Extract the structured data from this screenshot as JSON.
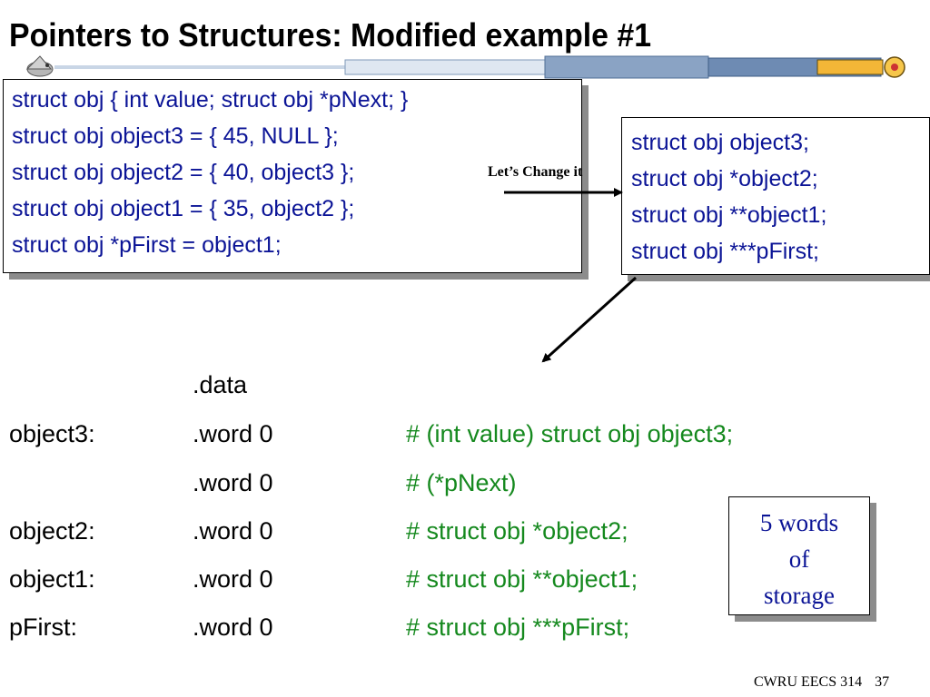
{
  "slide": {
    "title": "Pointers to Structures: Modified example #1",
    "code_box_1": [
      "struct obj { int value; struct obj *pNext; }",
      "struct obj object3 = { 45, NULL };",
      "struct obj object2 = { 40, object3 };",
      "struct obj object1 = { 35, object2 };",
      "struct obj *pFirst = object1;"
    ],
    "arrow_label": "Let’s Change it",
    "code_box_2": [
      "struct obj object3;",
      "struct obj *object2;",
      "struct obj **object1;",
      "struct obj ***pFirst;"
    ],
    "assembly": [
      {
        "label": "",
        "op": ".data",
        "comment": ""
      },
      {
        "label": "object3:",
        "op": ".word  0",
        "comment": "# (int value) struct obj object3;"
      },
      {
        "label": "",
        "op": ".word  0",
        "comment": "# (*pNext)"
      },
      {
        "label": "object2:",
        "op": ".word  0",
        "comment": "# struct obj *object2;"
      },
      {
        "label": "object1:",
        "op": ".word  0",
        "comment": "# struct obj **object1;"
      },
      {
        "label": "pFirst:",
        "op": ".word  0",
        "comment": "# struct obj ***pFirst;"
      }
    ],
    "storage_note": [
      "5 words",
      "of",
      "storage"
    ],
    "footer": {
      "course": "CWRU EECS 314",
      "page": "37"
    }
  },
  "colors": {
    "code_text": "#0b1496",
    "comment_text": "#15891e",
    "shadow": "#8c8c8c"
  }
}
